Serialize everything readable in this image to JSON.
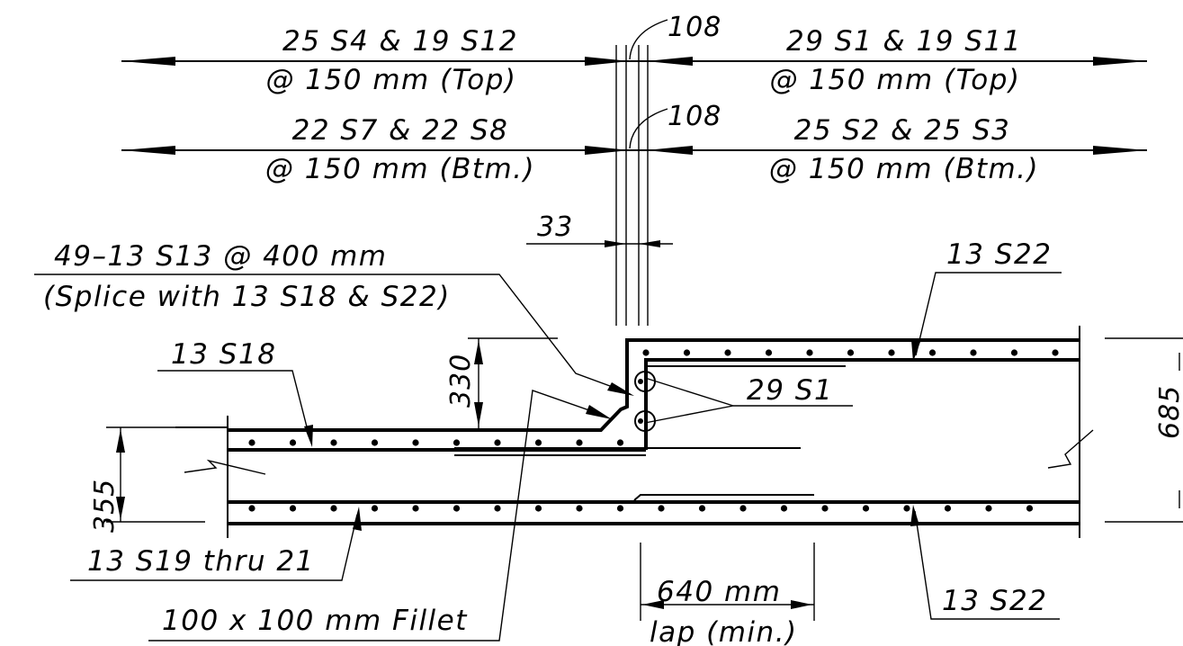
{
  "labels": {
    "top_left_1": "25 S4 & 19 S12",
    "top_left_2": "@ 150 mm (Top)",
    "top_right_1": "29 S1 & 19 S11",
    "top_right_2": "@ 150 mm (Top)",
    "btm_left_1": "22 S7 & 22 S8",
    "btm_left_2": "@ 150 mm (Btm.)",
    "btm_right_1": "25 S2 & 25 S3",
    "btm_right_2": "@ 150 mm (Btm.)",
    "hook_top": "108",
    "hook_btm": "108",
    "dim_33": "33",
    "s13_1": "49–13 S13 @ 400 mm",
    "s13_2": "(Splice with 13 S18 & S22)",
    "s22_top": "13 S22",
    "s18": "13 S18",
    "s1": "29 S1",
    "dim_330": "330",
    "dim_355": "355",
    "dim_685": "685",
    "s19": "13 S19 thru 21",
    "fillet": "100 x 100 mm Fillet",
    "lap_1": "640 mm",
    "lap_2": "lap (min.)",
    "s22_btm": "13 S22"
  }
}
